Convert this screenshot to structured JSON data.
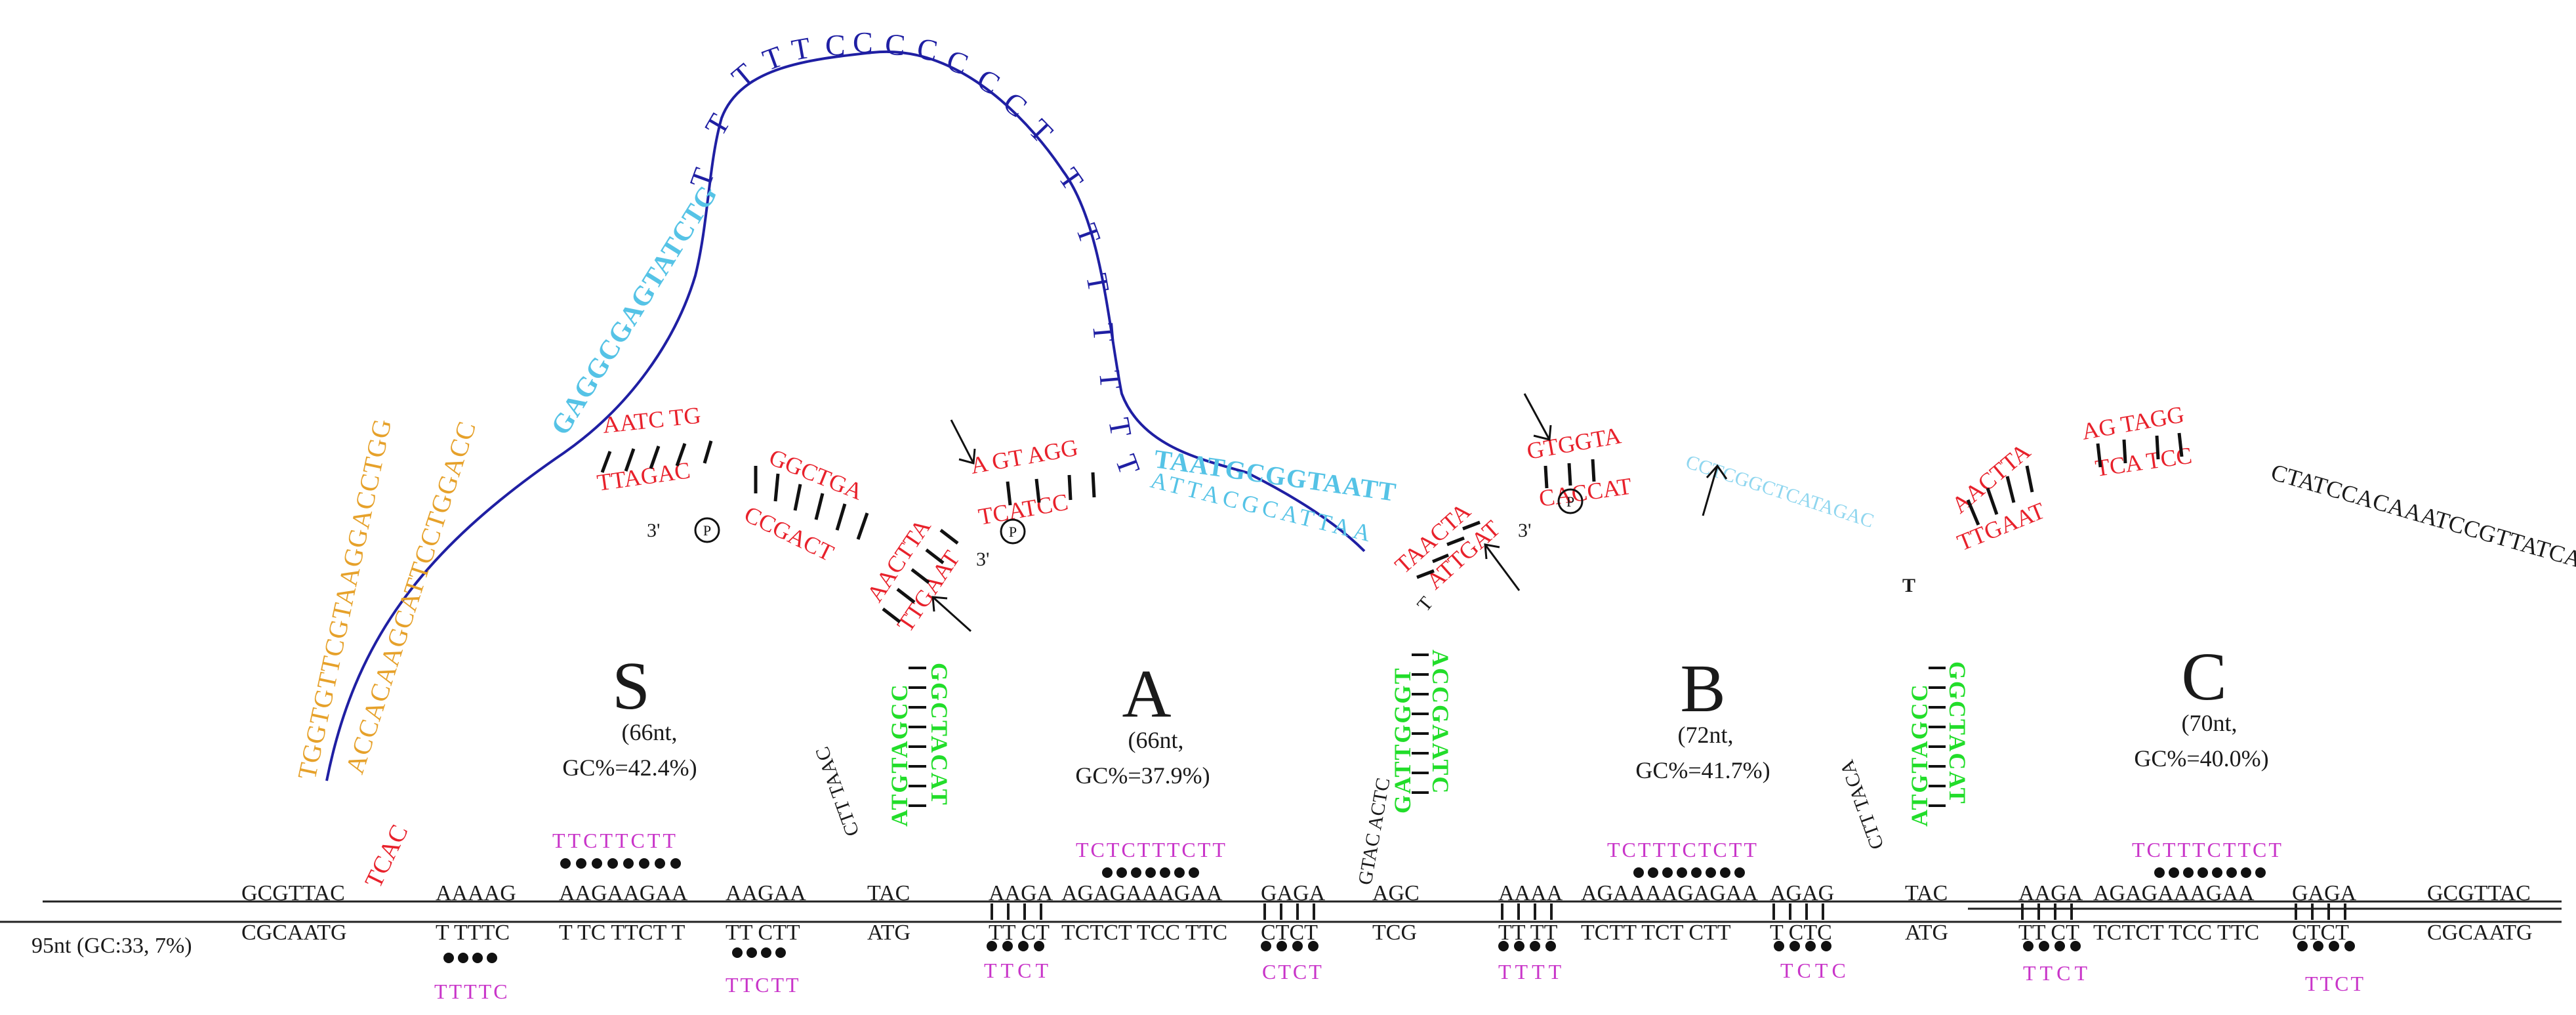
{
  "colors": {
    "black": "#1a1a1a",
    "red": "#e8212b",
    "orange": "#e6a12a",
    "cyan": "#55c3e6",
    "blue": "#1f1fa3",
    "green": "#22dd2a",
    "magenta": "#c935c9"
  },
  "footer_label": "95nt (GC:33, 7%)",
  "domains": [
    {
      "letter": "S",
      "length": "(66nt,",
      "gc": "GC%=42.4%)"
    },
    {
      "letter": "A",
      "length": "(66nt,",
      "gc": "GC%=37.9%)"
    },
    {
      "letter": "B",
      "length": "(72nt,",
      "gc": "GC%=41.7%)"
    },
    {
      "letter": "C",
      "length": "(70nt,",
      "gc": "GC%=40.0%)"
    }
  ],
  "strand_top": {
    "s1": "GCGTTAC",
    "s2": "AAAAG",
    "s3": "AAGAAGAA",
    "s4": "AAGAA",
    "s5": "TAC",
    "s6": "AAGA",
    "s7": "AGAGAAAGAA",
    "s8": "GAGA",
    "s9": "AGC",
    "s10": "AAAA",
    "s11": "AGAAAAGAGAA",
    "s12": "AGAG",
    "s13": "TAC",
    "s14": "AAGA",
    "s15": "AGAGAAAGAA",
    "s16": "GAGA",
    "s17": "GCGTTAC"
  },
  "strand_bottom": {
    "s1": "CGCAATG",
    "s2": "T TTTC",
    "s3": "T TC TTCT T",
    "s4": "TT CTT",
    "s5": "ATG",
    "s6": "TT CT",
    "s7": "TCTCT TCC TTC",
    "s8": "CTCT",
    "s9": "TCG",
    "s10": "TT TT",
    "s11": "TCTT TCT CTT",
    "s12": "T CTC",
    "s13": "ATG",
    "s14": "TT CT",
    "s15": "TCTCT TCC TTC",
    "s16": "CTCT",
    "s17": "CGCAATG"
  },
  "triplex_top": {
    "t1": "TTCTTCTT",
    "t2": "TCTCTTTCTT",
    "t3": "TCTTTCTCTT",
    "t4": "TCTTTCTTCT"
  },
  "triplex_bottom": {
    "b1": "TTTTC",
    "b2": "TTCTT",
    "b3": "TTCT",
    "b4": "CTCT",
    "b5": "TTTT",
    "b6": "TCTC",
    "b7": "TTCT",
    "b8": "TTCT"
  },
  "loops": {
    "red_left": "TCAC",
    "kink1": "CTT TAAC",
    "kink2": "GTAC ACTC",
    "kink3": "CTT TACA"
  },
  "stems": {
    "stem1_left": "ATGTAGCC",
    "stem1_right": "GGCTACAT",
    "stem2_left": "GATTGGGT",
    "stem2_right": "ACCGAATC",
    "stem3_left": "ATGTAGCC",
    "stem3_right": "GGCTACAT"
  },
  "arc_left": {
    "orange_outer": "TGGTGTTCGTAAGGACCTGG",
    "orange_inner": "ACCACAAGCATTCCTGGACC",
    "cyan_bold": "GAGGCGAGTATCTG",
    "blue_poly": "TTTTTCCCCCCCTTTTTTTT"
  },
  "arc_right_text": "CTATCCACAAATCCGTTATCAGCAGCCT",
  "cyan_mid_top": "TAATGCGGTAATT",
  "cyan_mid_bottom": "ATTACGCATTAA",
  "cyan_faint": "CCTCGGCTCATAGAC",
  "single_t": "T",
  "red_pairs": [
    {
      "top": "AATC TG",
      "bottom": "TTAGAC"
    },
    {
      "top": "GGCTGA",
      "bottom": "CCGACT"
    },
    {
      "top": "AACTTA",
      "bottom": "TTGAAT"
    },
    {
      "top": "A GT AGG",
      "bottom": "TCATCC"
    },
    {
      "top": "TAACTA",
      "bottom": "ATTGAT"
    },
    {
      "top": "GTGGTA",
      "bottom": "CACCAT"
    },
    {
      "top": "AACTTA",
      "bottom": "TTGAAT"
    },
    {
      "top": "AG TAGG",
      "bottom": "TCA TCC"
    }
  ],
  "three_prime": "3'",
  "phosphate": "P",
  "kink_t": "T"
}
